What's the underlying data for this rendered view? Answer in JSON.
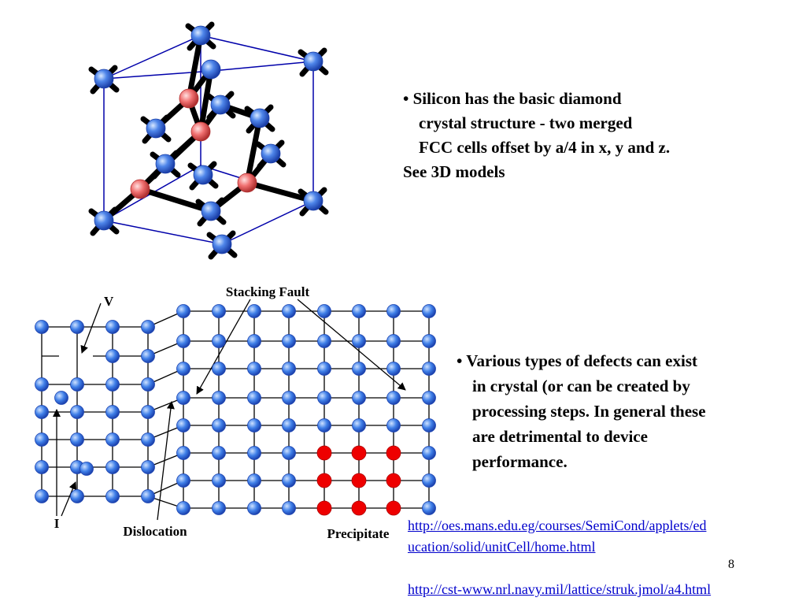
{
  "bullet_silicon": {
    "lines": [
      "•  Silicon has the basic diamond",
      "crystal structure - two merged",
      "FCC cells offset by a/4 in x, y and z.",
      "See 3D models"
    ]
  },
  "bullet_defects": {
    "lines": [
      "• Various types of defects can exist",
      "in crystal (or can be created by",
      "processing steps. In general these",
      "are detrimental to device",
      "performance."
    ]
  },
  "defect_labels": {
    "vacancy": "V",
    "stacking_fault": "Stacking Fault",
    "interstitial": "I",
    "dislocation": "Dislocation",
    "precipitate": "Precipitate"
  },
  "links": {
    "link1": "http://oes.mans.edu.eg/courses/SemiCond/applets/education/solid/unitCell/home.html",
    "link1_line1": "http://oes.mans.edu.eg/courses/SemiCond/applets/ed",
    "link1_line2": "ucation/solid/unitCell/home.html",
    "link2": "http://cst-www.nrl.navy.mil/lattice/struk.jmol/a4.html"
  },
  "page_number": "8",
  "colors": {
    "atom_blue": "#3f7fe8",
    "atom_red_host": "#e86a6a",
    "precipitate_red": "#ee0000",
    "cube_edge": "#0000aa",
    "link": "#0000cc"
  }
}
